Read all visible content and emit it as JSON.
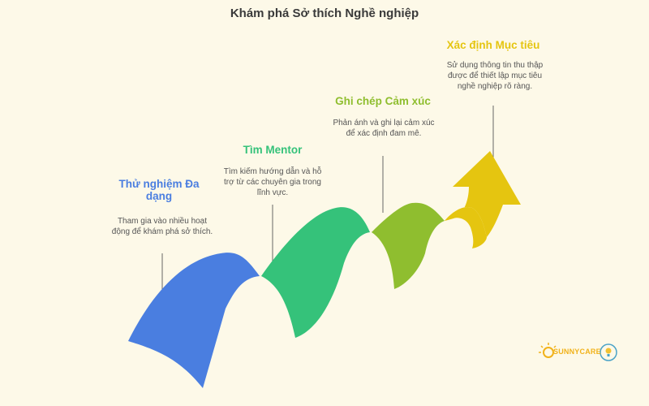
{
  "title": "Khám phá Sở thích Nghề nghiệp",
  "steps": [
    {
      "title": "Thử nghiệm Đa dạng",
      "desc": "Tham gia vào nhiều hoạt động để khám phá sở thích.",
      "color": "#4a7ee0"
    },
    {
      "title": "Tìm Mentor",
      "desc": "Tìm kiếm hướng dẫn và hỗ trợ từ các chuyên gia trong lĩnh vực.",
      "color": "#35c27a"
    },
    {
      "title": "Ghi chép Cảm xúc",
      "desc": "Phản ánh và ghi lại cảm xúc để xác định đam mê.",
      "color": "#8fbe2f"
    },
    {
      "title": "Xác định Mục tiêu",
      "desc": "Sử dụng thông tin thu thập được để thiết lập mục tiêu nghề nghiệp rõ ràng.",
      "color": "#e5c510"
    }
  ],
  "logos": {
    "sunnycare": "SUNNYCARE"
  }
}
